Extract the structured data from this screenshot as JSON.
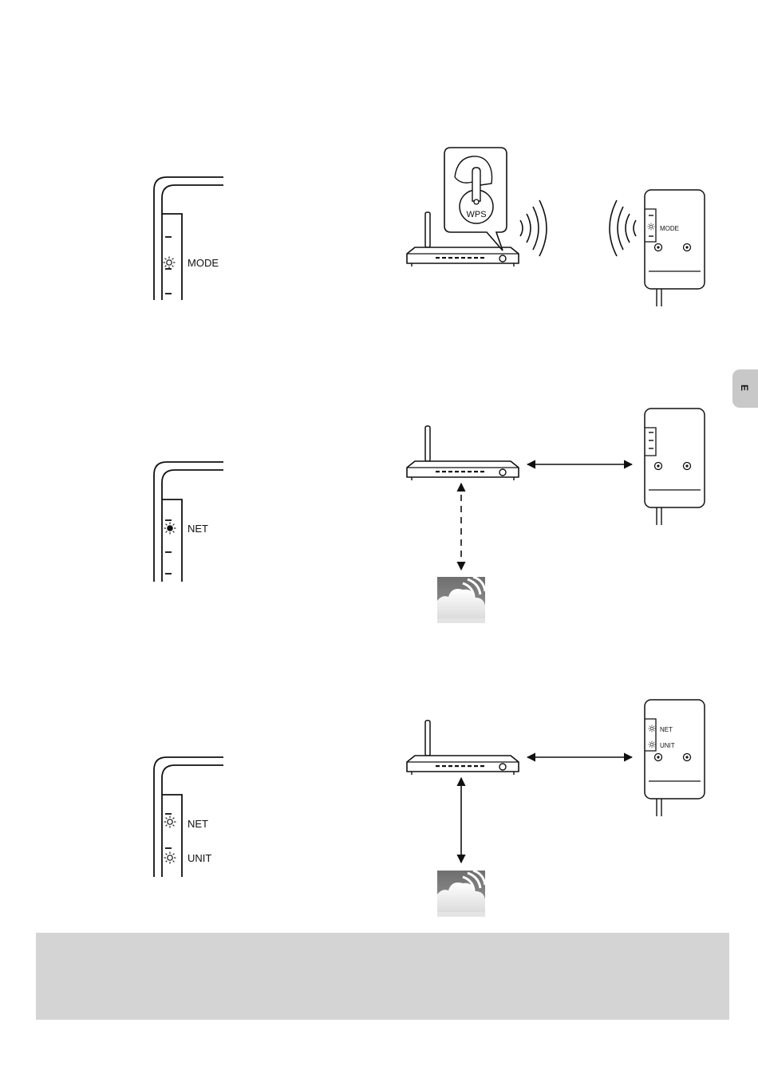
{
  "side_tab": {
    "letter": "E"
  },
  "labels": {
    "mode": "MODE",
    "net": "NET",
    "unit": "UNIT",
    "wps": "WPS"
  },
  "footer": {
    "text": ""
  }
}
